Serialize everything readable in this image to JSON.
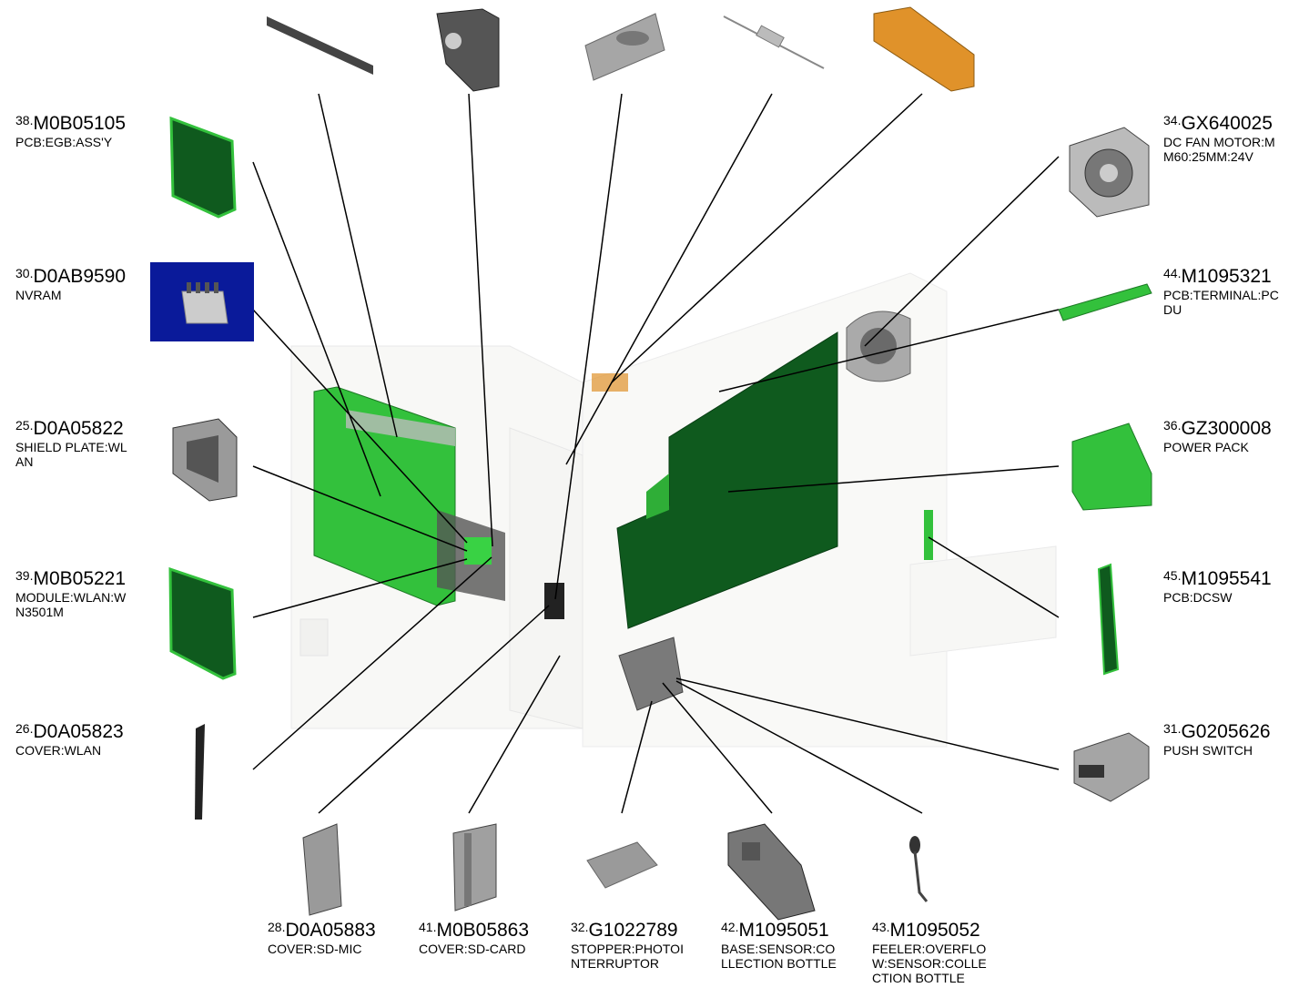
{
  "parts": {
    "p38": {
      "num": "38.",
      "pn": "M0B05105",
      "desc": "PCB:EGB:ASS'Y"
    },
    "p30": {
      "num": "30.",
      "pn": "D0AB9590",
      "desc": "NVRAM"
    },
    "p25": {
      "num": "25.",
      "pn": "D0A05822",
      "desc": "SHIELD PLATE:WL\nAN"
    },
    "p39": {
      "num": "39.",
      "pn": "M0B05221",
      "desc": "MODULE:WLAN:W\nN3501M"
    },
    "p26": {
      "num": "26.",
      "pn": "D0A05823",
      "desc": "COVER:WLAN"
    },
    "p34": {
      "num": "34.",
      "pn": "GX640025",
      "desc": "DC FAN MOTOR:M\nM60:25MM:24V"
    },
    "p44": {
      "num": "44.",
      "pn": "M1095321",
      "desc": "PCB:TERMINAL:PC\nDU"
    },
    "p36": {
      "num": "36.",
      "pn": "GZ300008",
      "desc": "POWER PACK"
    },
    "p45": {
      "num": "45.",
      "pn": "M1095541",
      "desc": "PCB:DCSW"
    },
    "p31": {
      "num": "31.",
      "pn": "G0205626",
      "desc": "PUSH SWITCH"
    },
    "p28": {
      "num": "28.",
      "pn": "D0A05883",
      "desc": "COVER:SD-MIC"
    },
    "p41": {
      "num": "41.",
      "pn": "M0B05863",
      "desc": "COVER:SD-CARD"
    },
    "p32": {
      "num": "32.",
      "pn": "G1022789",
      "desc": "STOPPER:PHOTOI\nNTERRUPTOR"
    },
    "p42": {
      "num": "42.",
      "pn": "M1095051",
      "desc": "BASE:SENSOR:CO\nLLECTION BOTTLE"
    },
    "p43": {
      "num": "43.",
      "pn": "M1095052",
      "desc": "FEELER:OVERFLO\nW:SENSOR:COLLE\nCTION BOTTLE"
    }
  },
  "colors": {
    "pcb_dark": "#0f5a1e",
    "pcb_bright": "#33c13c",
    "nvram_bg": "#0a1a9a",
    "metal": "#9a9a9a",
    "orange": "#e0922a"
  }
}
